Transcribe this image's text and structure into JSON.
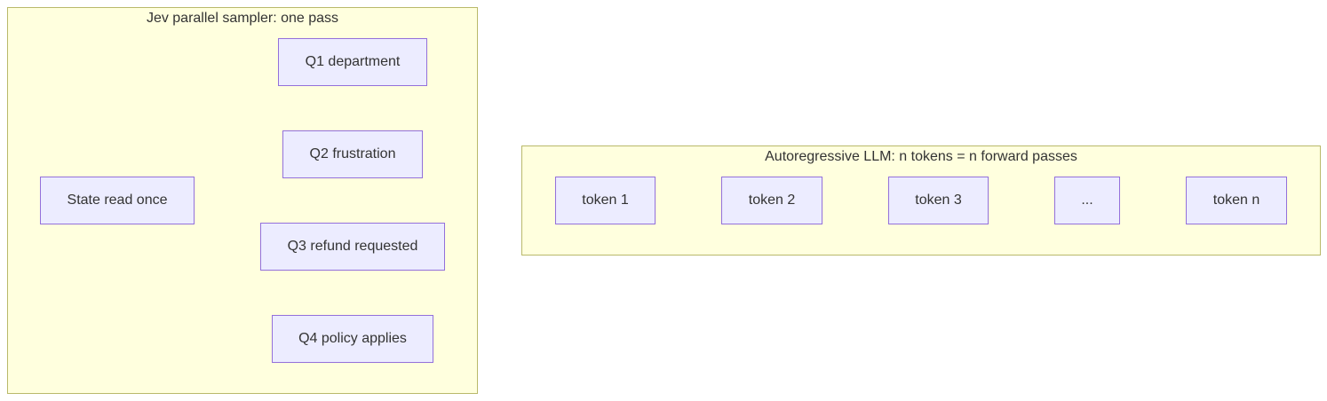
{
  "diagram": {
    "parallel_group": {
      "title": "Jev parallel sampler: one pass",
      "source": "State read once",
      "targets": [
        "Q1 department",
        "Q2 frustration",
        "Q3 refund requested",
        "Q4 policy applies"
      ]
    },
    "autoregressive_group": {
      "title": "Autoregressive LLM: n tokens = n forward passes",
      "tokens": [
        "token 1",
        "token 2",
        "token 3",
        "...",
        "token n"
      ]
    }
  },
  "colors": {
    "cluster_fill": "#ffffde",
    "cluster_border": "#b9b96a",
    "node_fill": "#ececff",
    "node_border": "#9370db",
    "edge": "#333333",
    "text": "#333333"
  }
}
